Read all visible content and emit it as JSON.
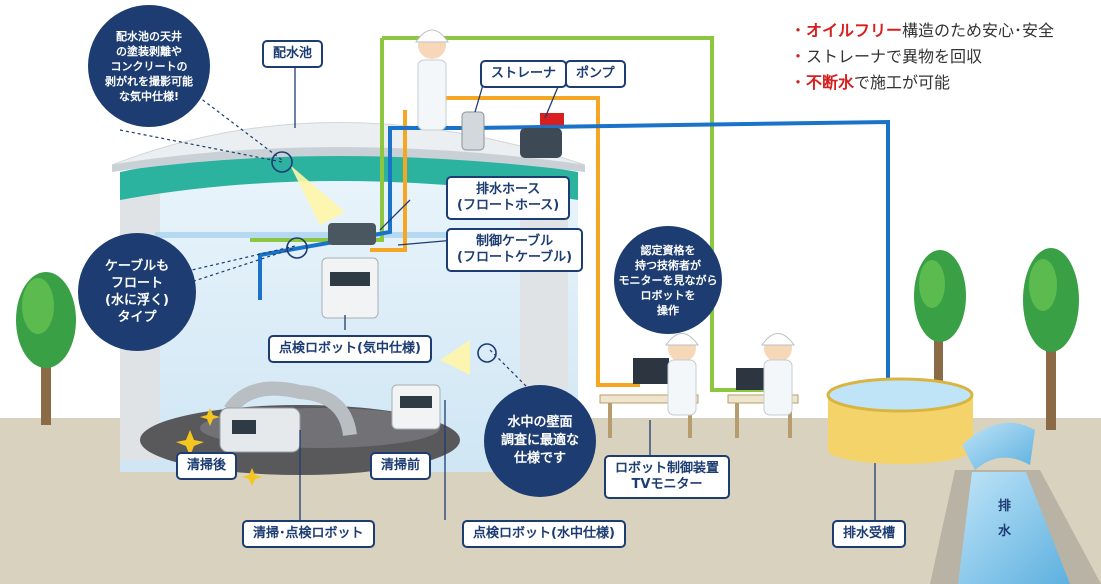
{
  "bullets": [
    {
      "prefix": "・",
      "highlight": "オイルフリー",
      "rest": "構造のため安心･安全"
    },
    {
      "prefix": "・",
      "highlight": "",
      "rest": "ストレーナで異物を回収"
    },
    {
      "prefix": "・",
      "highlight": "不断水",
      "rest": "で施工が可能"
    }
  ],
  "labels": {
    "reservoir": "配水池",
    "strainer": "ストレーナ",
    "pump": "ポンプ",
    "drain_hose": "排水ホース\n(フロートホース)",
    "control_cable": "制御ケーブル\n(フロートケーブル)",
    "robot_air": "点検ロボット(気中仕様)",
    "robot_water": "点検ロボット(水中仕様)",
    "cleaning_robot": "清掃･点検ロボット",
    "after_clean": "清掃後",
    "before_clean": "清掃前",
    "control_unit": "ロボット制御装置\nTVモニター",
    "drain_tank": "排水受槽",
    "drain_1": "排",
    "drain_2": "水"
  },
  "bubbles": {
    "ceiling": "配水池の天井\nの塗装剥離や\nコンクリートの\n剥がれを撮影可能\nな気中仕様!",
    "cable": "ケーブルも\nフロート\n(水に浮く)\nタイプ",
    "underwater": "水中の壁面\n調査に最適な\n仕様です",
    "technician": "認定資格を\n持つ技術者が\nモニターを見ながら\nロボットを\n操作"
  },
  "colors": {
    "navy": "#1d3d72",
    "green": "#8dc63f",
    "orange": "#f5a623",
    "blue": "#1a73c9",
    "red": "#d81e1e",
    "teal": "#2bb3a0",
    "ground": "#d9d2be"
  }
}
